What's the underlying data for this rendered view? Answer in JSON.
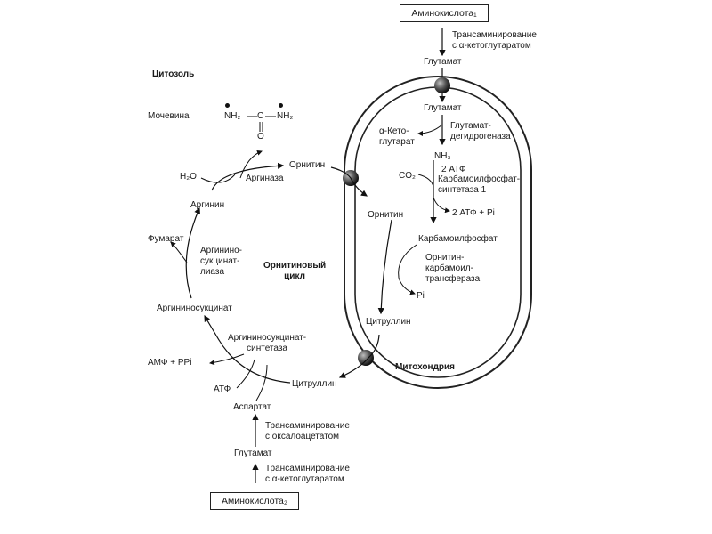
{
  "aminoacid1_box": "Аминокислота₁",
  "aminoacid2_box": "Аминокислота₂",
  "cytosol_title": "Цитозоль",
  "mitochondria_title": "Митохондрия",
  "cycle_title": "Орнитиновый\nцикл",
  "urea": {
    "label": "Мочевина",
    "formula_left": "NH₂",
    "formula_center": "C",
    "formula_right": "NH₂",
    "carbonyl_o": "O"
  },
  "mito": {
    "transamination_top": "Трансаминирование\nс α-кетоглутаратом",
    "glutamate_outer": "Глутамат",
    "glutamate_inner": "Глутамат",
    "alpha_ketoglutarate": "α-Кето-\nглутарат",
    "glutamate_dehydrogenase": "Глутамат-\nдегидрогеназа",
    "nh3": "NH₃",
    "co2": "CO₂",
    "atp2_top": "2 АТФ",
    "cps1": "Карбамоилфосфат-\nсинтетаза 1",
    "atp_pi": "2 АТФ + Pi",
    "ornithine_inner": "Орнитин",
    "carbamoyl_phosphate": "Карбамоилфосфат",
    "otc": "Орнитин-\nкарбамоил-\nтрансфераза",
    "pi": "Pi",
    "citrulline_inner": "Цитруллин"
  },
  "cytosol": {
    "h2o": "H₂O",
    "arginase": "Аргиназа",
    "ornithine_outer": "Орнитин",
    "arginine": "Аргинин",
    "fumarate": "Фумарат",
    "argininosuccinate_lyase": "Аргинино-\nсукцинат-\nлиаза",
    "argininosuccinate": "Аргининосукцинат",
    "argininosuccinate_synthetase": "Аргининосукцинат-\nсинтетаза",
    "amp_ppi": "АМФ + PPi",
    "atp": "АТФ",
    "aspartate": "Аспартат",
    "citrulline_outer": "Цитруллин",
    "transamination_oxaloacetate": "Трансаминирование\nс оксалоацетатом",
    "glutamate_bottom": "Глутамат",
    "transamination_bottom": "Трансаминирование\nс α-кетоглутаратом"
  }
}
